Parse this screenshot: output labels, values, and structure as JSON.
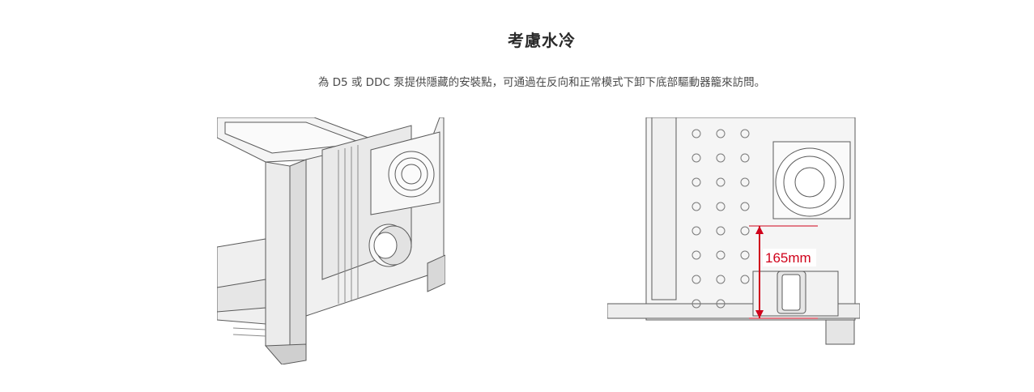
{
  "section": {
    "title": "考慮水冷",
    "description": "為 D5 或 DDC 泵提供隱藏的安裝點，可通過在反向和正常模式下卸下底部驅動器籠來訪問。"
  },
  "illustrations": {
    "right": {
      "dimension_label": "165mm",
      "dimension_color": "#d0021b"
    }
  },
  "colors": {
    "line": "#555555",
    "panel": "#f2f2f2",
    "shade": "#e0e0e0"
  }
}
